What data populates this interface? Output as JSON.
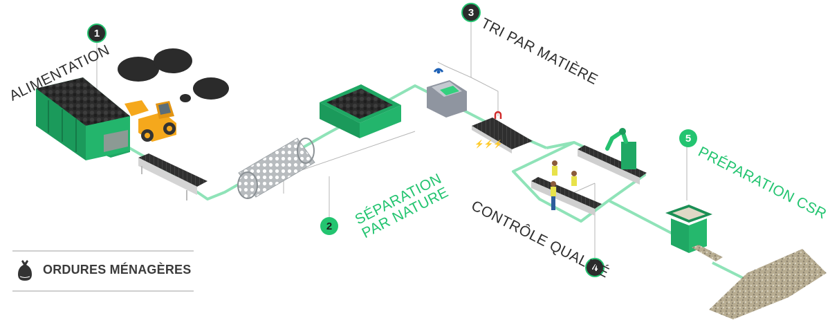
{
  "title": "Processus de préparation CSR à partir d'ordures ménagères",
  "steps": [
    {
      "number": "1",
      "label": "ALIMENTATION",
      "badge_style": "dark"
    },
    {
      "number": "2",
      "label_line1": "SÉPARATION",
      "label_line2": "PAR NATURE",
      "badge_style": "green"
    },
    {
      "number": "3",
      "label": "TRI PAR MATIÈRE",
      "badge_style": "dark"
    },
    {
      "number": "4",
      "label": "CONTRÔLE QUALITÉ",
      "badge_style": "dark"
    },
    {
      "number": "5",
      "label": "PRÉPARATION CSR",
      "badge_style": "green"
    }
  ],
  "legend": {
    "icon": "garbage-bag-icon",
    "label": "ORDURES MÉNAGÈRES"
  },
  "colors": {
    "machine_green": "#1fa864",
    "flow_line": "#8fe3b8",
    "accent_green": "#23c470",
    "badge_dark": "#2b2b2b",
    "loader_yellow": "#f5a81c"
  }
}
